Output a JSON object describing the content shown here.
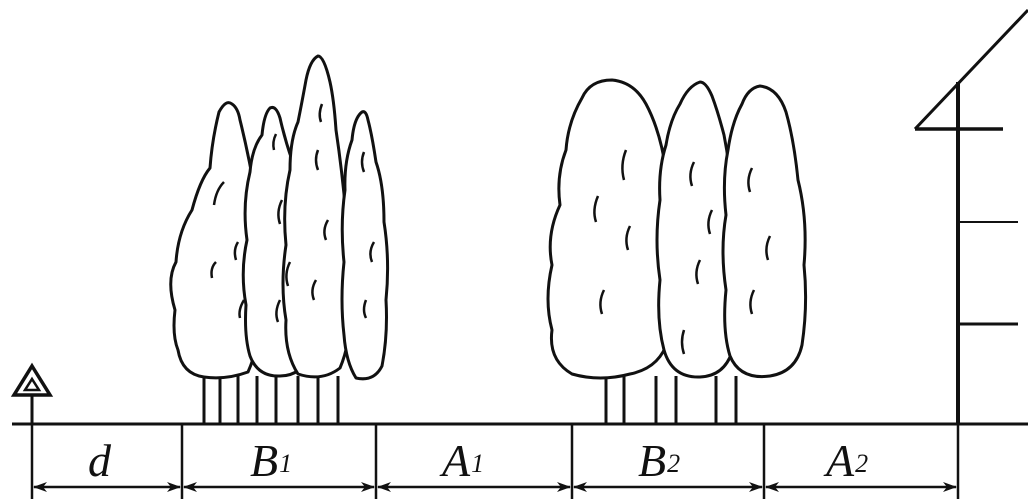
{
  "labels": {
    "d": {
      "main": "d",
      "sub": ""
    },
    "b1": {
      "main": "B",
      "sub": "1"
    },
    "a1": {
      "main": "A",
      "sub": "1"
    },
    "b2": {
      "main": "B",
      "sub": "2"
    },
    "a2": {
      "main": "A",
      "sub": "2"
    }
  },
  "icons": {
    "observer": "triangle-marker-icon",
    "building": "building-facade-icon",
    "trees": "tree-icon"
  },
  "colors": {
    "ink": "#111111",
    "background": "#ffffff"
  }
}
